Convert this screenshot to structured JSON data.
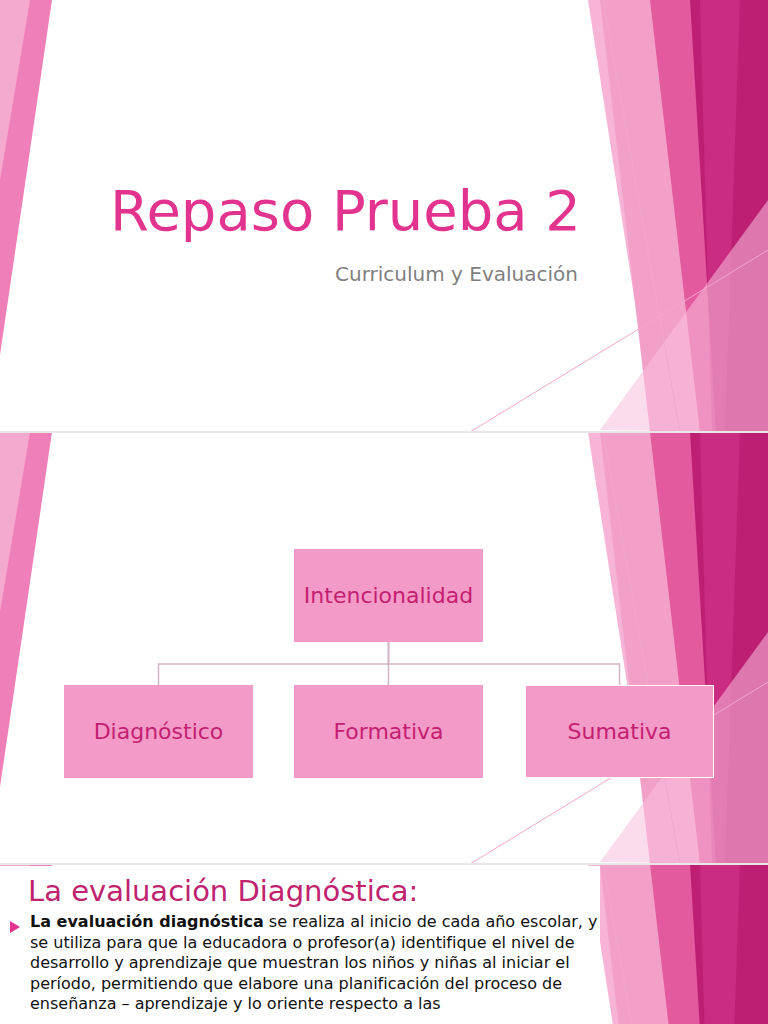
{
  "diagram": {
    "title": "Repaso Prueba 2",
    "nodes": [
      {
        "text": [
          "Intencionalidad"
        ]
      },
      {
        "text": [
          "Diagnóstico"
        ]
      },
      {
        "text": [
          "Formativa"
        ]
      },
      {
        "text": [
          "Sumativa"
        ]
      }
    ],
    "edges": [
      {
        "from": 0,
        "to": 1,
        "arrow": "none"
      },
      {
        "from": 0,
        "to": 2,
        "arrow": "none"
      },
      {
        "from": 0,
        "to": 3,
        "arrow": "none"
      }
    ],
    "labels": [
      "Curriculum y Evaluación",
      "La evaluación Diagnóstica:",
      "La evaluación diagnóstica",
      "se realiza al inicio de cada año escolar, y se utiliza para que la educadora o profesor(a) identifique el nivel de desarrollo y aprendizaje que muestran los niños y niñas al iniciar el período, permitiendo que elabore una planificación del proceso de enseñanza – aprendizaje y lo oriente respecto a las"
    ]
  }
}
